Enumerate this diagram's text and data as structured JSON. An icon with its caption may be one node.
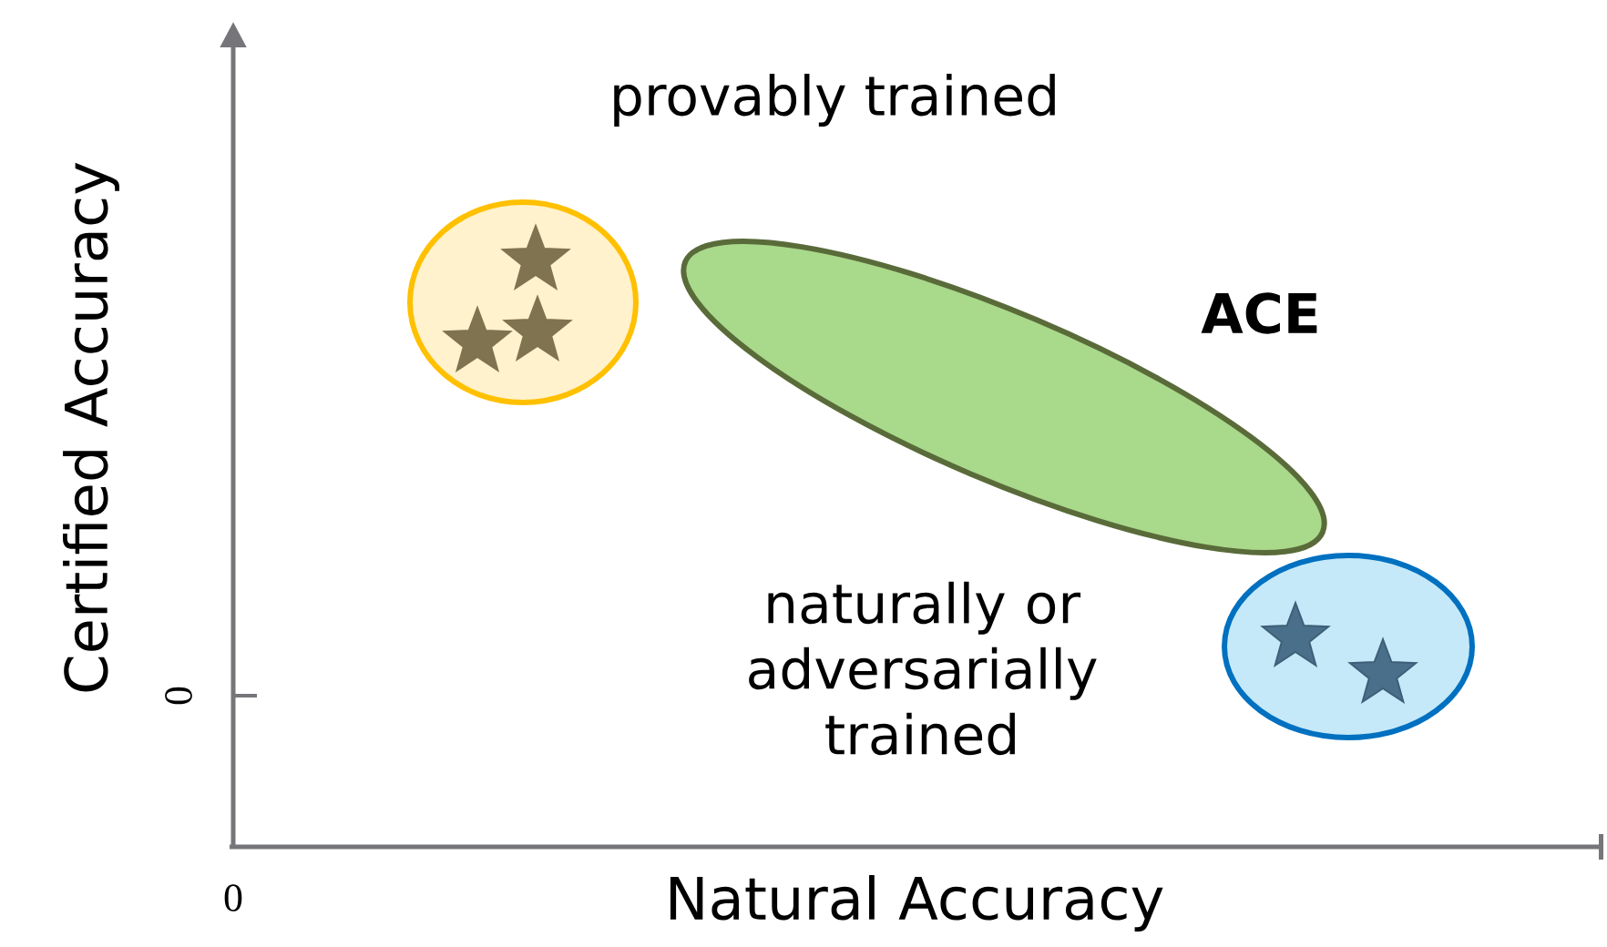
{
  "diagram": {
    "nodes": [
      {
        "text": [],
        "shape": "ellipse"
      },
      {
        "text": [],
        "shape": "ellipse"
      },
      {
        "text": [],
        "shape": "ellipse"
      }
    ],
    "labels": [
      "provably trained",
      "ACE",
      "naturally or adversarially trained",
      "Certified Accuracy",
      "0",
      "0",
      "Natural Accuracy"
    ]
  }
}
